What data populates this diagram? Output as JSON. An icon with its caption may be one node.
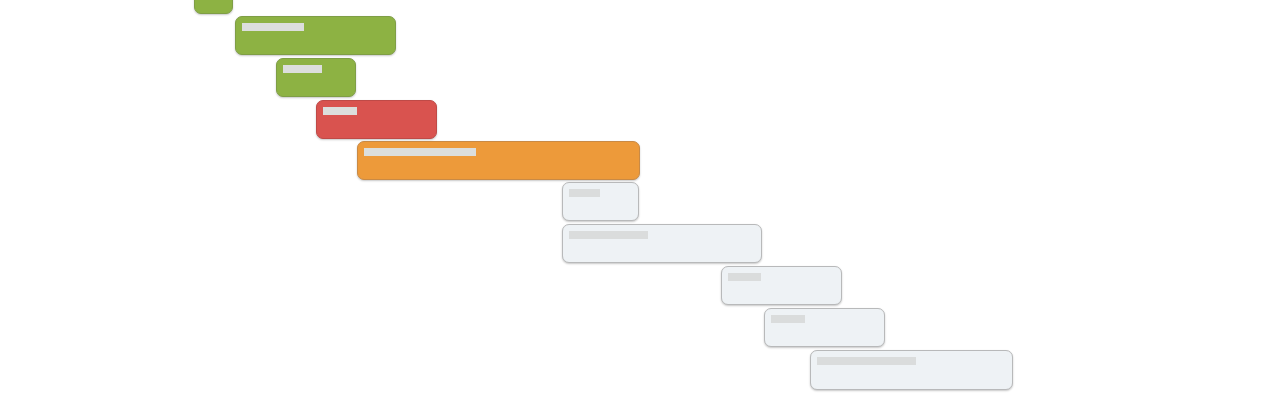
{
  "diagram": {
    "nodes": [
      {
        "text": [],
        "shape": "bar"
      },
      {
        "text": [],
        "shape": "bar"
      },
      {
        "text": [],
        "shape": "bar"
      },
      {
        "text": [],
        "shape": "bar"
      },
      {
        "text": [],
        "shape": "bar"
      },
      {
        "text": [],
        "shape": "bar"
      },
      {
        "text": [],
        "shape": "bar"
      },
      {
        "text": [],
        "shape": "bar"
      },
      {
        "text": [],
        "shape": "bar"
      },
      {
        "text": [],
        "shape": "bar"
      }
    ]
  }
}
